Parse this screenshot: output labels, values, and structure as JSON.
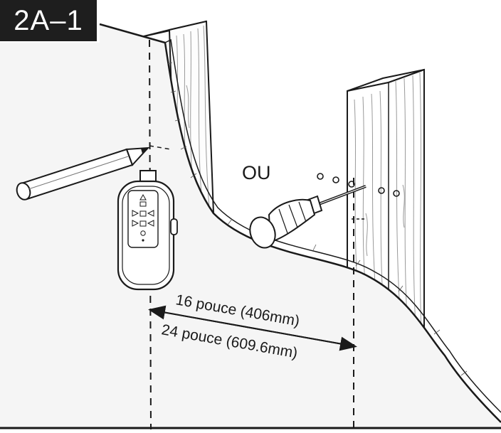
{
  "step_label": "2A–1",
  "or_label": "OU",
  "measure_16": "16 pouce (406mm)",
  "measure_24": "24 pouce (609.6mm)",
  "colors": {
    "badge_bg": "#1e1e1e",
    "line": "#1a1a1a",
    "wall": "#f4f4f4",
    "stud": "#ffffff",
    "grain": "#8a8a8a"
  },
  "icons": [
    "pencil-icon",
    "stud-finder-icon",
    "screwdriver-icon"
  ]
}
